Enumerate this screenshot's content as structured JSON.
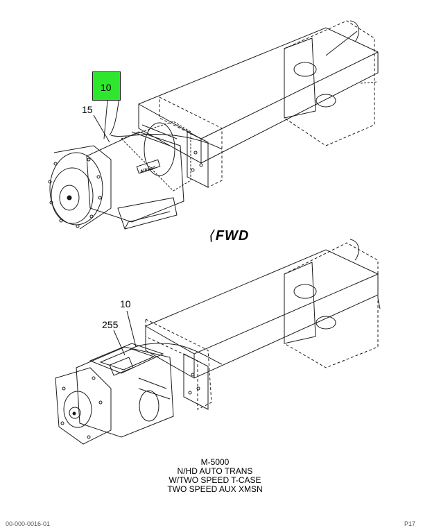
{
  "callouts": {
    "upper_highlighted": "10",
    "upper_left": "15",
    "lower_top": "10",
    "lower_left": "255"
  },
  "colors": {
    "highlight": "#2ee62e",
    "line": "#1a1a1a"
  },
  "direction_label": "FWD",
  "caption": {
    "line1": "M-5000",
    "line2": "N/HD AUTO TRANS",
    "line3": "W/TWO SPEED T-CASE",
    "line4": "TWO SPEED AUX XMSN"
  },
  "transmission_brand": "Allison",
  "footer": {
    "left": "00-000-0016-01",
    "right": "P17"
  }
}
